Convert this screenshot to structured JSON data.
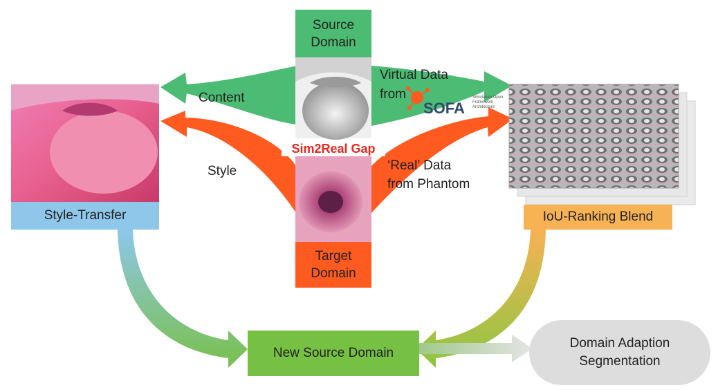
{
  "source_domain": {
    "line1": "Source",
    "line2": "Domain"
  },
  "target_domain": {
    "line1": "Target",
    "line2": "Domain"
  },
  "content_label": "Content",
  "style_label": "Style",
  "sim2real_label": "Sim2Real Gap",
  "virtual_data": {
    "line1": "Virtual Data",
    "line2": "from"
  },
  "sofa_logo": {
    "text": "SOFA",
    "tagline": "Simulation Open Framework Architecture"
  },
  "real_data": {
    "line1": "‘Real’ Data",
    "line2": "from Phantom"
  },
  "style_transfer_label": "Style-Transfer",
  "iou_label": "IoU-Ranking Blend",
  "new_source_label": "New Source Domain",
  "segmentation": {
    "line1": "Domain Adaption",
    "line2": "Segmentation"
  },
  "colors": {
    "green": "#4cbb73",
    "orange": "#ff5a1f",
    "blue": "#8ec7ea",
    "amber": "#f7b254",
    "lime": "#76c043",
    "gray": "#dddddd",
    "red_text": "#e8281e"
  }
}
